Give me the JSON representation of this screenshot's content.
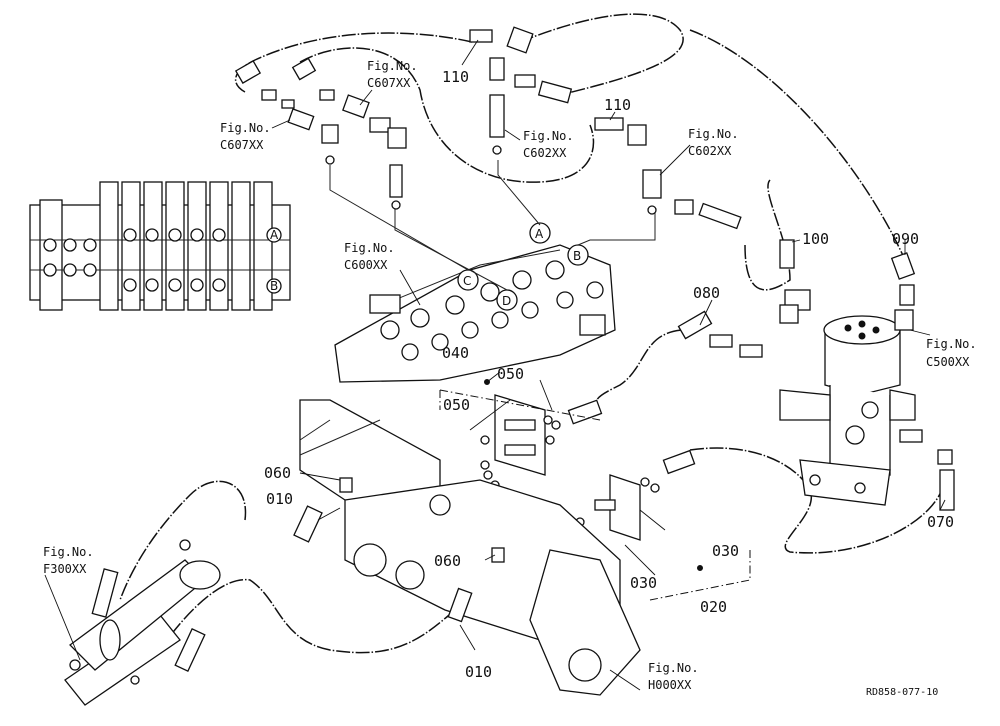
{
  "parts": {
    "p110a": "110",
    "p110b": "110",
    "p100": "100",
    "p090": "090",
    "p080": "080",
    "p070": "070",
    "p060a": "060",
    "p060b": "060",
    "p050a": "050",
    "p050b": "050",
    "p040": "040",
    "p030a": "030",
    "p030b": "030",
    "p020": "020",
    "p010a": "010",
    "p010b": "010"
  },
  "figures": {
    "fig_label": "Fig.No.",
    "c607_left": "C607XX",
    "c607_right": "C607XX",
    "c602_mid": "C602XX",
    "c602_right": "C602XX",
    "c600": "C600XX",
    "c500": "C500XX",
    "f300": "F300XX",
    "h000": "H000XX"
  },
  "ports": {
    "a": "A",
    "b": "B",
    "c": "C",
    "d": "D",
    "inset_a": "A",
    "inset_b": "B"
  },
  "drawing_ref": "RD858-077-10"
}
